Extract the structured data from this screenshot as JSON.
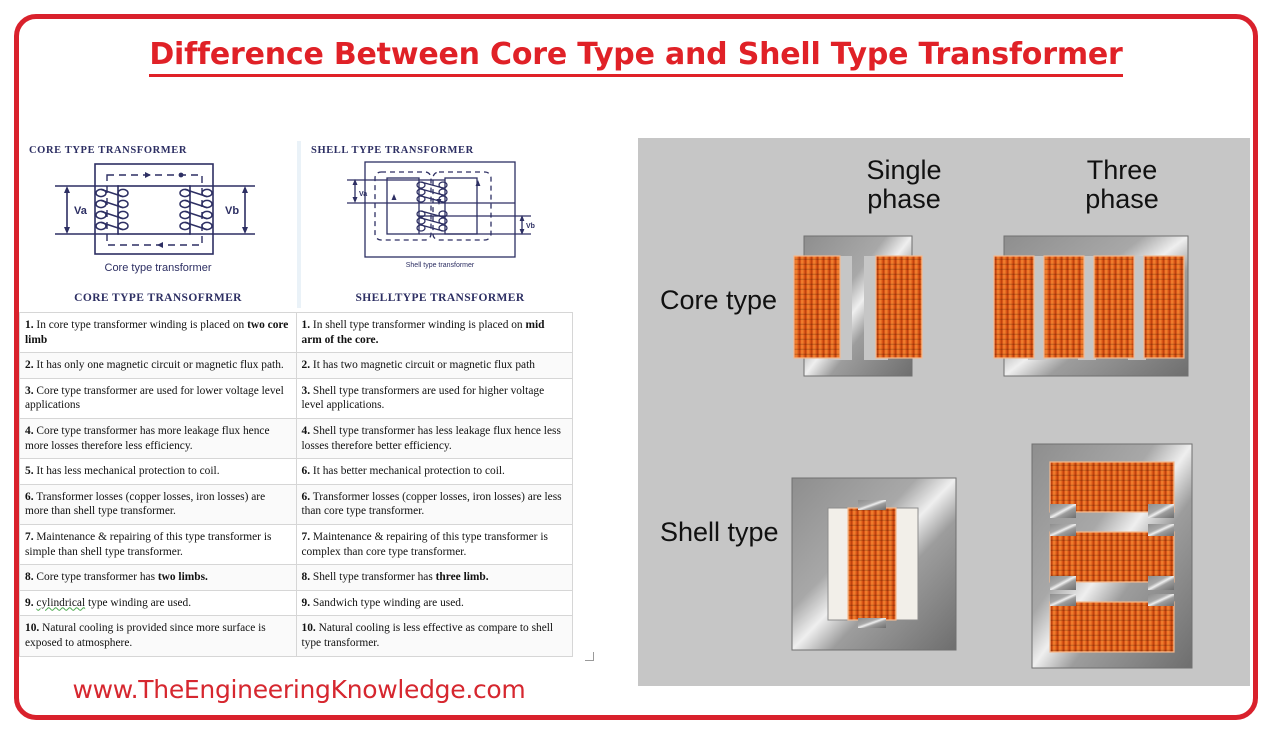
{
  "page": {
    "title": "Difference Between Core Type and Shell Type Transformer",
    "footer_url": "www.TheEngineeringKnowledge.com",
    "accent_color": "#d9212c",
    "title_color": "#e02127",
    "panel_bg": "#c6c6c6",
    "coil_color": "#e8621f",
    "diagram_line_color": "#2d2f63"
  },
  "comparison": {
    "diagram_headers": {
      "left": "CORE TYPE TRANSFORMER",
      "right": "SHELL TYPE TRANSFORMER"
    },
    "diagram_captions": {
      "left_inner": "Core type transformer",
      "right_inner": "Shell type transformer"
    },
    "column_headers": {
      "left": "CORE TYPE TRANSOFRMER",
      "right": "SHELLTYPE TRANSFORMER"
    },
    "diagram_labels": {
      "va": "Va",
      "vb": "Vb"
    },
    "rows": [
      {
        "left_num": "1.",
        "left_text": "In core type transformer winding is placed on ",
        "left_bold": "two core limb",
        "left_tail": "",
        "right_num": "1.",
        "right_text": "In shell type transformer winding is placed on ",
        "right_bold": "mid arm of the core.",
        "right_tail": ""
      },
      {
        "left_num": "2.",
        "left_text": "It has only one magnetic circuit or magnetic flux path.",
        "left_bold": "",
        "left_tail": "",
        "right_num": "2.",
        "right_text": "It has two magnetic circuit or magnetic flux path",
        "right_bold": "",
        "right_tail": ""
      },
      {
        "left_num": "3.",
        "left_text": "Core type transformer are used for lower voltage level applications",
        "left_bold": "",
        "left_tail": "",
        "right_num": "3.",
        "right_text": "Shell type transformers are used for higher voltage level applications.",
        "right_bold": "",
        "right_tail": ""
      },
      {
        "left_num": "4.",
        "left_text": "Core type transformer has more leakage flux hence more losses therefore less efficiency.",
        "left_bold": "",
        "left_tail": "",
        "right_num": "4.",
        "right_text": "Shell type transformer has less leakage flux hence less losses therefore better  efficiency.",
        "right_bold": "",
        "right_tail": ""
      },
      {
        "left_num": "5.",
        "left_text": "It has less mechanical protection to coil.",
        "left_bold": "",
        "left_tail": "",
        "right_num": "6.",
        "right_text": "It has better mechanical protection to coil.",
        "right_bold": "",
        "right_tail": ""
      },
      {
        "left_num": "6.",
        "left_text": "Transformer losses (copper losses, iron losses) are more than shell type transformer.",
        "left_bold": "",
        "left_tail": "",
        "right_num": "6.",
        "right_text": "Transformer losses (copper losses, iron losses) are less than core type transformer.",
        "right_bold": "",
        "right_tail": ""
      },
      {
        "left_num": "7.",
        "left_text": "Maintenance & repairing of this type transformer is simple than shell type transformer.",
        "left_bold": "",
        "left_tail": "",
        "right_num": "7.",
        "right_text": "Maintenance & repairing of this type transformer is complex than core type transformer.",
        "right_bold": "",
        "right_tail": ""
      },
      {
        "left_num": "8.",
        "left_text": "Core type transformer has ",
        "left_bold": "two limbs.",
        "left_tail": "",
        "right_num": "8.",
        "right_text": "Shell type transformer has ",
        "right_bold": "three limb.",
        "right_tail": ""
      },
      {
        "left_num": "9.",
        "left_text": "cylindrical",
        "left_bold": "",
        "left_tail": " type winding are used.",
        "right_num": "9.",
        "right_text": "Sandwich type winding are used.",
        "right_bold": "",
        "right_tail": ""
      },
      {
        "left_num": "10.",
        "left_text": "Natural cooling is provided since more surface is exposed to atmosphere.",
        "left_bold": "",
        "left_tail": "",
        "right_num": "10.",
        "right_text": "Natural cooling is less effective as compare to shell type transformer.",
        "right_bold": "",
        "right_tail": ""
      }
    ]
  },
  "illustration": {
    "label_single_phase": "Single\nphase",
    "label_three_phase": "Three\nphase",
    "label_core_type": "Core type",
    "label_shell_type": "Shell type"
  }
}
